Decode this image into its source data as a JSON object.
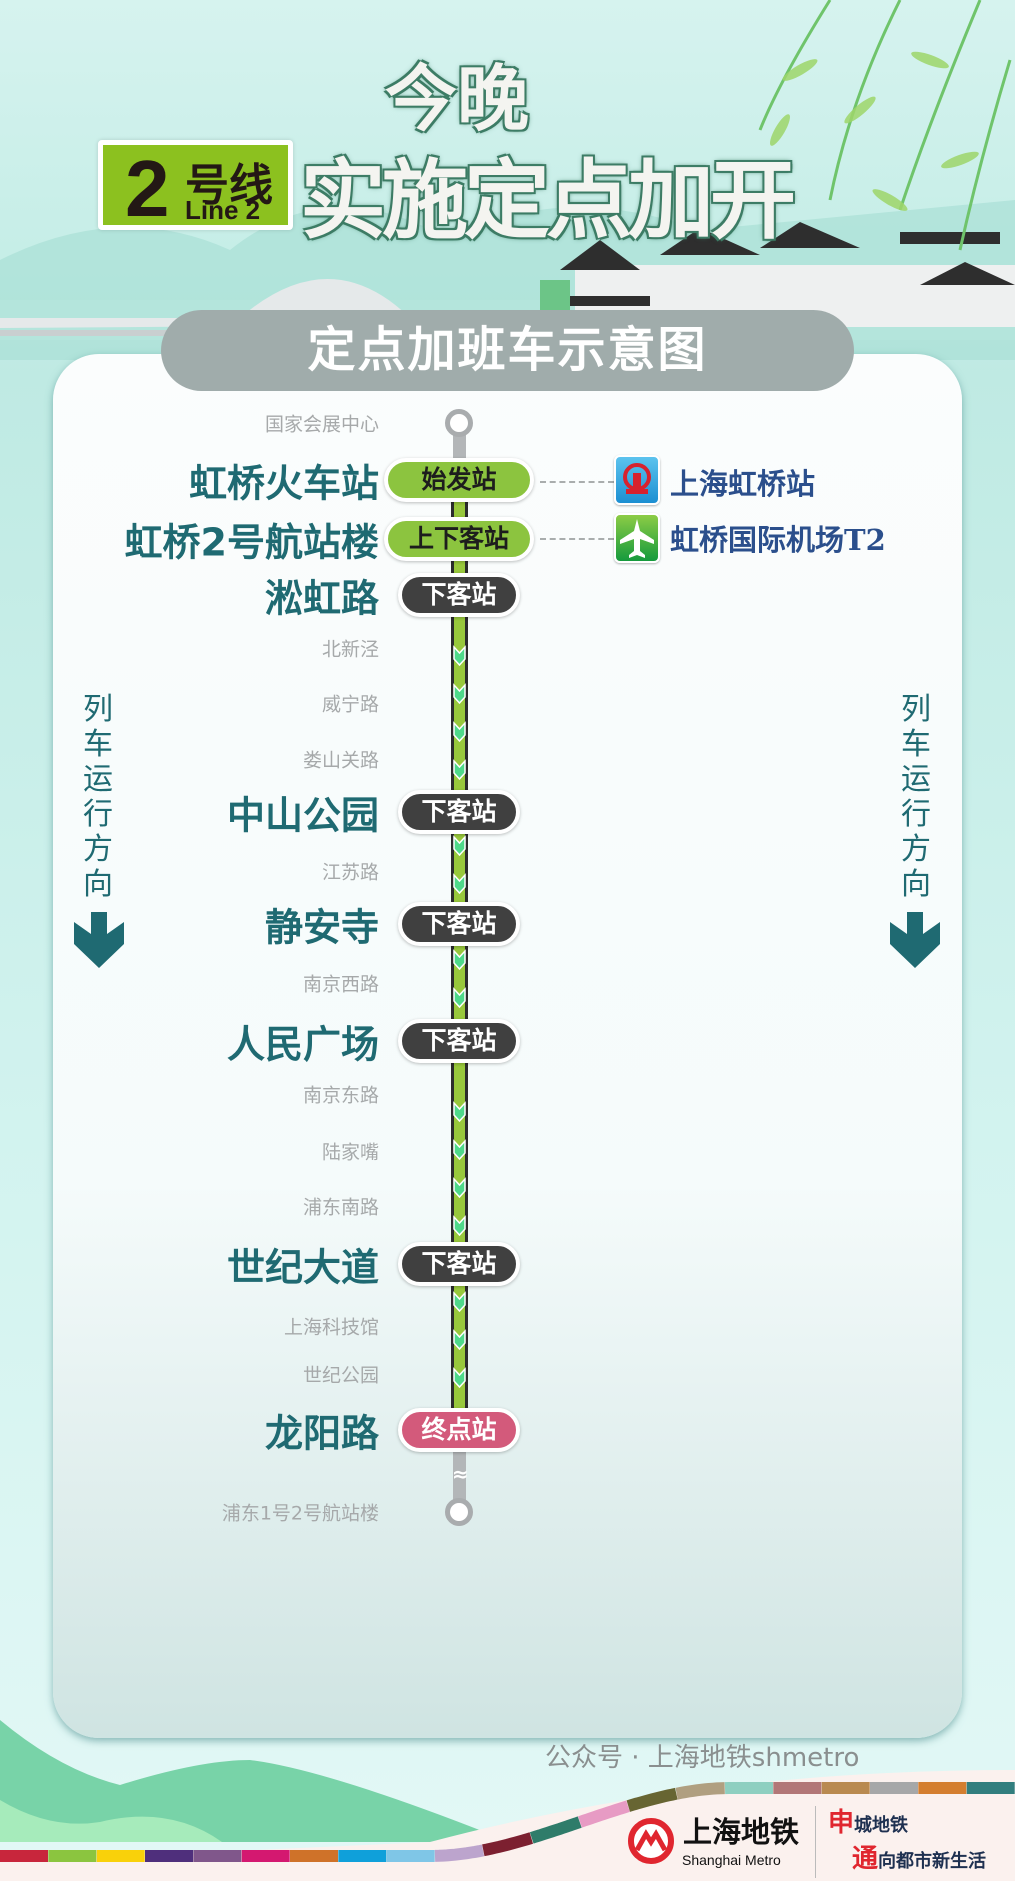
{
  "header": {
    "line_number": "2",
    "line_cn": "号线",
    "line_en": "Line 2",
    "title_line1": "今晚",
    "title_line2": "实施定点加开",
    "banner": "定点加班车示意图"
  },
  "direction_label": "列车运行方向",
  "stations": [
    {
      "name": "国家会展中心",
      "type": "minor-end"
    },
    {
      "name": "虹桥火车站",
      "type": "major",
      "tag": "始发站",
      "tag_style": "green"
    },
    {
      "name": "虹桥2号航站楼",
      "type": "major",
      "tag": "上下客站",
      "tag_style": "green"
    },
    {
      "name": "淞虹路",
      "type": "major",
      "tag": "下客站",
      "tag_style": "dark"
    },
    {
      "name": "北新泾",
      "type": "minor"
    },
    {
      "name": "威宁路",
      "type": "minor"
    },
    {
      "name": "娄山关路",
      "type": "minor"
    },
    {
      "name": "中山公园",
      "type": "major",
      "tag": "下客站",
      "tag_style": "dark"
    },
    {
      "name": "江苏路",
      "type": "minor"
    },
    {
      "name": "静安寺",
      "type": "major",
      "tag": "下客站",
      "tag_style": "dark"
    },
    {
      "name": "南京西路",
      "type": "minor"
    },
    {
      "name": "人民广场",
      "type": "major",
      "tag": "下客站",
      "tag_style": "dark"
    },
    {
      "name": "南京东路",
      "type": "minor"
    },
    {
      "name": "陆家嘴",
      "type": "minor"
    },
    {
      "name": "浦东南路",
      "type": "minor"
    },
    {
      "name": "世纪大道",
      "type": "major",
      "tag": "下客站",
      "tag_style": "dark"
    },
    {
      "name": "上海科技馆",
      "type": "minor"
    },
    {
      "name": "世纪公园",
      "type": "minor"
    },
    {
      "name": "龙阳路",
      "type": "major",
      "tag": "终点站",
      "tag_style": "red"
    },
    {
      "name": "浦东1号2号航站楼",
      "type": "minor-end"
    }
  ],
  "transfers": [
    {
      "icon": "railway-icon",
      "label": "上海虹桥站"
    },
    {
      "icon": "airplane-icon",
      "label": "虹桥国际机场T2"
    }
  ],
  "footer": {
    "logo_cn": "上海地铁",
    "logo_en": "Shanghai Metro",
    "slogan_1a": "申",
    "slogan_1b": "城地铁",
    "slogan_2a": "通",
    "slogan_2b": "向都市新生活",
    "watermark": "公众号 · 上海地铁shmetro"
  },
  "colors": {
    "line2": "#8cc11f",
    "station_text": "#1f6a72",
    "terminal": "#d35a7b",
    "transfer_text": "#2b4f8c"
  },
  "metro_line_colors": [
    "#c8263c",
    "#8bc53f",
    "#f9d10a",
    "#4f2f7c",
    "#80578b",
    "#d41870",
    "#cf7229",
    "#0fa0da",
    "#7fc6e7",
    "#bca4cd",
    "#7c2030",
    "#2f7c6a",
    "#e79bc4",
    "#676532",
    "#b09f80",
    "#8ecfc0",
    "#b27777",
    "#b98a50",
    "#a6a7a8",
    "#d47e2f",
    "#327e7e"
  ]
}
